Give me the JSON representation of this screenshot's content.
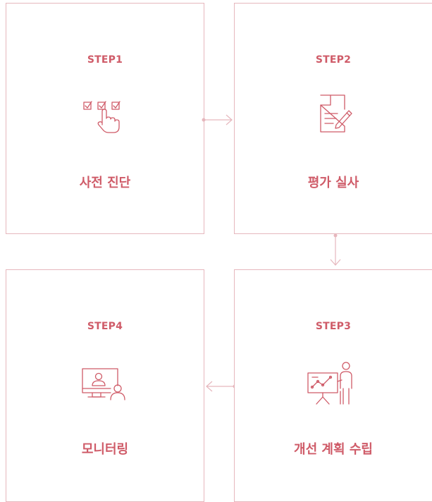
{
  "accent_color": "#cf5b68",
  "border_color": "#e6b7bd",
  "steps": [
    {
      "label": "STEP1",
      "title": "사전 진단",
      "icon": "checklist-click-icon"
    },
    {
      "label": "STEP2",
      "title": "평가 실사",
      "icon": "document-edit-icon"
    },
    {
      "label": "STEP3",
      "title": "개선 계획 수립",
      "icon": "presentation-chart-icon"
    },
    {
      "label": "STEP4",
      "title": "모니터링",
      "icon": "monitor-user-icon"
    }
  ]
}
